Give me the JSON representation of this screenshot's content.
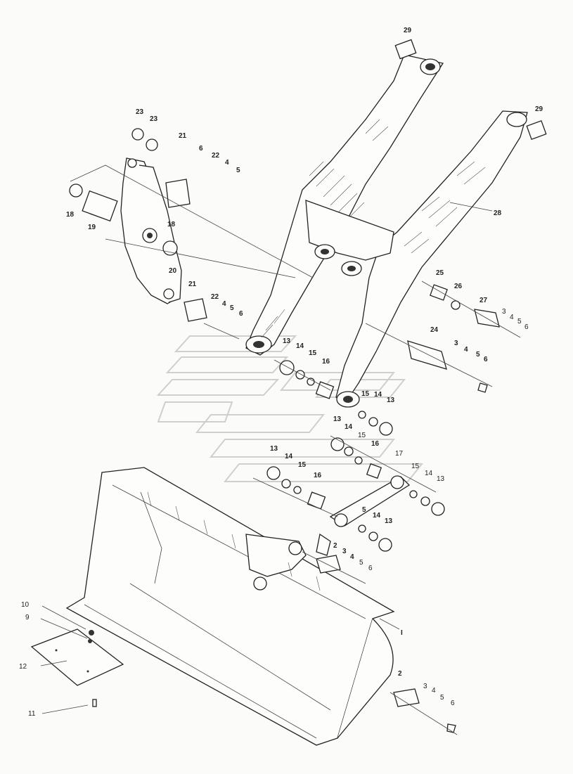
{
  "labels": {
    "l29a": "29",
    "l29b": "29",
    "l23a": "23",
    "l23b": "23",
    "l21a": "21",
    "l6a": "6",
    "l22a": "22",
    "l4a": "4",
    "l5a": "5",
    "l18a": "18",
    "l19": "19",
    "l18b": "18",
    "l20": "20",
    "l28": "28",
    "l21b": "21",
    "l22b": "22",
    "l4b": "4",
    "l5b": "5",
    "l6b": "6",
    "l25": "25",
    "l26": "26",
    "l27": "27",
    "l3a": "3",
    "l4c": "4",
    "l5c": "5",
    "l6c": "6",
    "l24": "24",
    "l3b": "3",
    "l4d": "4",
    "l5d": "5",
    "l6d": "6",
    "l13a": "13",
    "l14a": "14",
    "l15a": "15",
    "l16a": "16",
    "l15b": "15",
    "l14b": "14",
    "l13b": "13",
    "l13c": "13",
    "l14c": "14",
    "l15c": "15",
    "l16b": "16",
    "l13d": "13",
    "l14d": "14",
    "l15d": "15",
    "l16c": "16",
    "l17": "17",
    "l15e": "15",
    "l14e": "14",
    "l13e": "13",
    "l5e": "5",
    "l14f": "14",
    "l13f": "13",
    "l2a": "2",
    "l3c": "3",
    "l4e": "4",
    "l5f": "5",
    "l6e": "6",
    "l10": "10",
    "l9": "9",
    "l12": "12",
    "l11": "11",
    "lI": "I",
    "l2b": "2",
    "l3d": "3",
    "l4f": "4",
    "l5g": "5",
    "l6f": "6"
  }
}
